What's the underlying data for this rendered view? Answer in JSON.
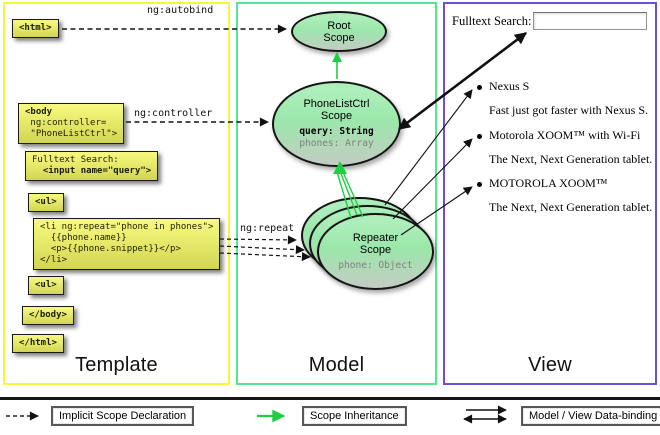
{
  "columns": {
    "template": {
      "label": "Template"
    },
    "model": {
      "label": "Model"
    },
    "view": {
      "label": "View"
    }
  },
  "template": {
    "boxes": {
      "html_open": "<html>",
      "body_open": [
        "<body",
        " ng:controller=",
        " \"PhoneListCtrl\">"
      ],
      "fulltext": [
        "Fulltext Search:",
        "  <input name=\"query\">"
      ],
      "ul_open": "<ul>",
      "li": [
        "<li ng:repeat=\"phone in phones\">",
        "  {{phone.name}}",
        "  <p>{{phone.snippet}}</p>",
        "</li>"
      ],
      "ul_close": "<ul>",
      "body_close": "</body>",
      "html_close": "</html>"
    },
    "arrow_labels": {
      "autobind": "ng:autobind",
      "controller": "ng:controller",
      "repeat": "ng:repeat"
    }
  },
  "model": {
    "root_scope": {
      "line1": "Root",
      "line2": "Scope"
    },
    "phonelist_scope": {
      "line1": "PhoneListCtrl",
      "line2": "Scope",
      "prop1": "query: String",
      "prop2": "phones: Array"
    },
    "repeater_scope": {
      "line1": "Repeater",
      "line2": "Scope",
      "prop1": "phone: Object"
    }
  },
  "view": {
    "search_label": "Fulltext Search:",
    "search_value": "",
    "items": [
      {
        "title": "Nexus S",
        "desc": "Fast just got faster with Nexus S."
      },
      {
        "title": "Motorola XOOM™ with Wi-Fi",
        "desc": "The Next, Next Generation tablet."
      },
      {
        "title": "MOTOROLA XOOM™",
        "desc": "The Next, Next Generation tablet."
      }
    ]
  },
  "legend": {
    "implicit": "Implicit Scope Declaration",
    "inheritance": "Scope Inheritance",
    "binding": "Model / View Data-binding"
  },
  "colors": {
    "template_border": "#f6f63c",
    "model_border": "#56e693",
    "view_border": "#6b51d2",
    "code_box_fill": "#f8fa80",
    "scope_fill": "#aeeebb",
    "inheritance_green": "#1fce43"
  }
}
